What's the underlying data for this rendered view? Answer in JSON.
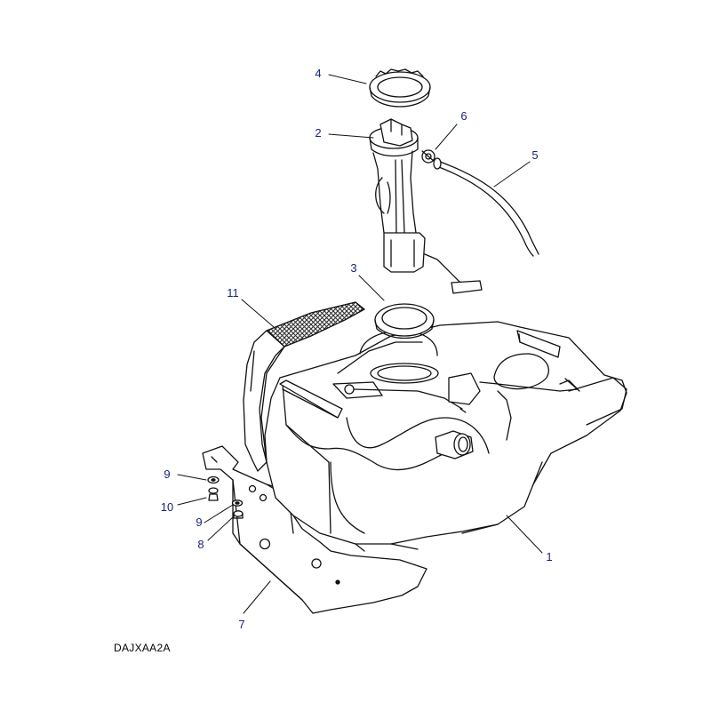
{
  "diagram": {
    "reference_code": "DAJXAA2A",
    "colors": {
      "line": "#111111",
      "callout_text": "#1a237e",
      "part_fill": "#ffffff",
      "shade": "#6a6a6a",
      "hatch": "#303030"
    },
    "callouts": [
      {
        "id": "c1",
        "label": "1"
      },
      {
        "id": "c2",
        "label": "2"
      },
      {
        "id": "c3",
        "label": "3"
      },
      {
        "id": "c4",
        "label": "4"
      },
      {
        "id": "c5",
        "label": "5"
      },
      {
        "id": "c6",
        "label": "6"
      },
      {
        "id": "c7",
        "label": "7"
      },
      {
        "id": "c8",
        "label": "8"
      },
      {
        "id": "c9a",
        "label": "9"
      },
      {
        "id": "c9b",
        "label": "9"
      },
      {
        "id": "c10",
        "label": "10"
      },
      {
        "id": "c11",
        "label": "11"
      }
    ]
  }
}
